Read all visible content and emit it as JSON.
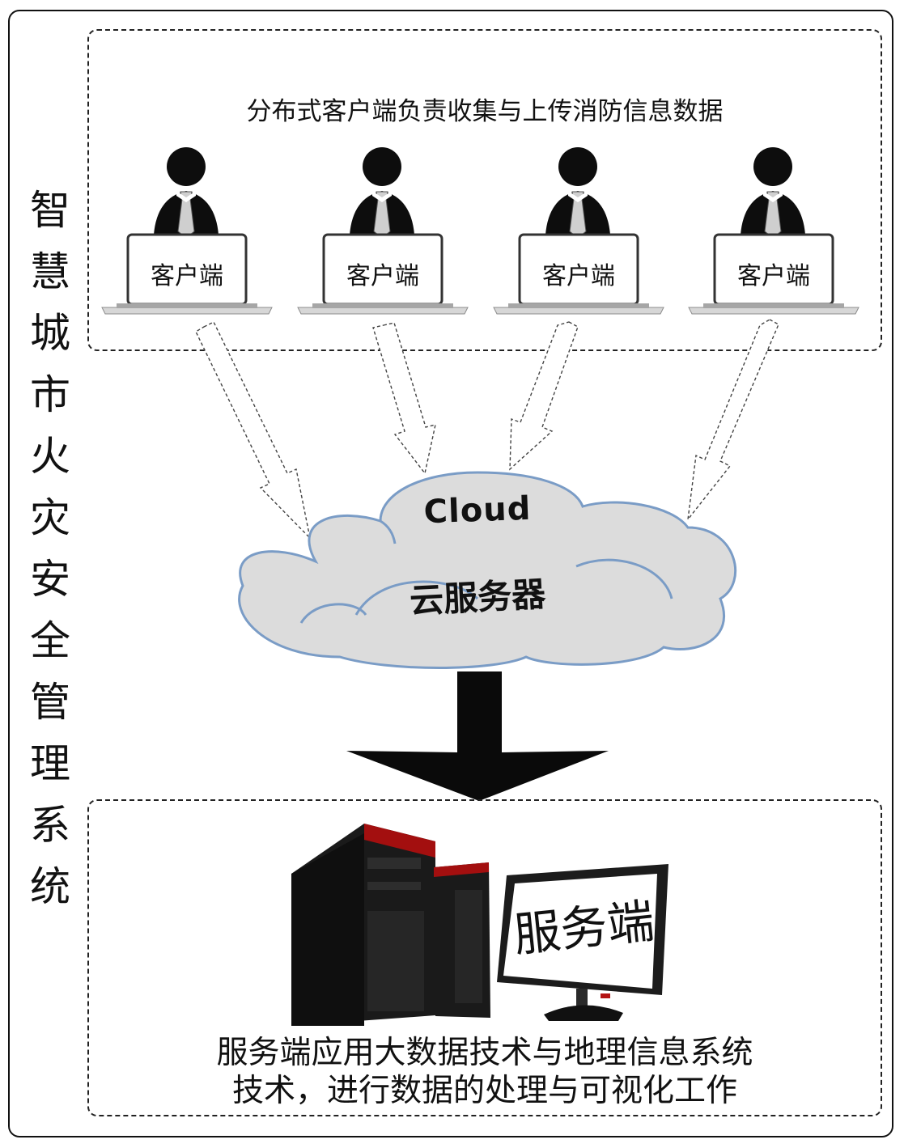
{
  "side_title": [
    "智",
    "慧",
    "城",
    "市",
    "火",
    "灾",
    "安",
    "全",
    "管",
    "理",
    "系",
    "统"
  ],
  "client_section": {
    "caption": "分布式客户端负责收集与上传消防信息数据",
    "clients": [
      {
        "label": "客户端",
        "icon": "user-laptop-icon"
      },
      {
        "label": "客户端",
        "icon": "user-laptop-icon"
      },
      {
        "label": "客户端",
        "icon": "user-laptop-icon"
      },
      {
        "label": "客户端",
        "icon": "user-laptop-icon"
      }
    ]
  },
  "cloud": {
    "label_en": "Cloud",
    "label_zh": "云服务器",
    "icon": "cloud-icon",
    "fill_color": "#dcdcdc",
    "stroke_color": "#7a9cc6"
  },
  "server_section": {
    "monitor_label": "服务端",
    "icon": "workstation-icon",
    "caption_lines": [
      "服务端应用大数据技术与地理信息系统",
      "技术，进行数据的处理与可视化工作"
    ]
  }
}
